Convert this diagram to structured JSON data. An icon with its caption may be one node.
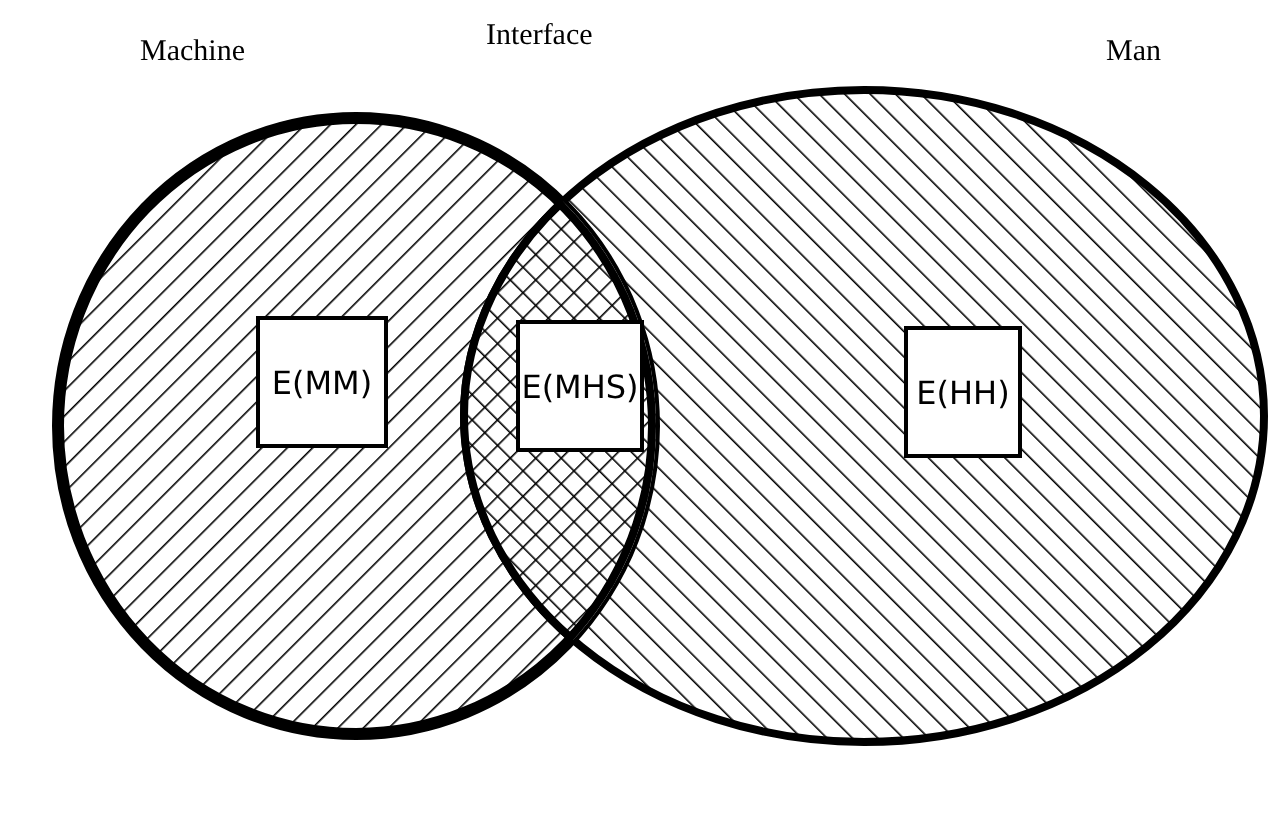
{
  "diagram": {
    "nodes": [
      {
        "text": [
          "Machine"
        ]
      },
      {
        "text": [
          "Man"
        ]
      },
      {
        "text": [
          "E(MM)"
        ],
        "in": 0
      },
      {
        "text": [
          "E(MHS)"
        ]
      },
      {
        "text": [
          "E(HH)"
        ],
        "in": 1
      }
    ],
    "labels": [
      "Interface"
    ]
  }
}
